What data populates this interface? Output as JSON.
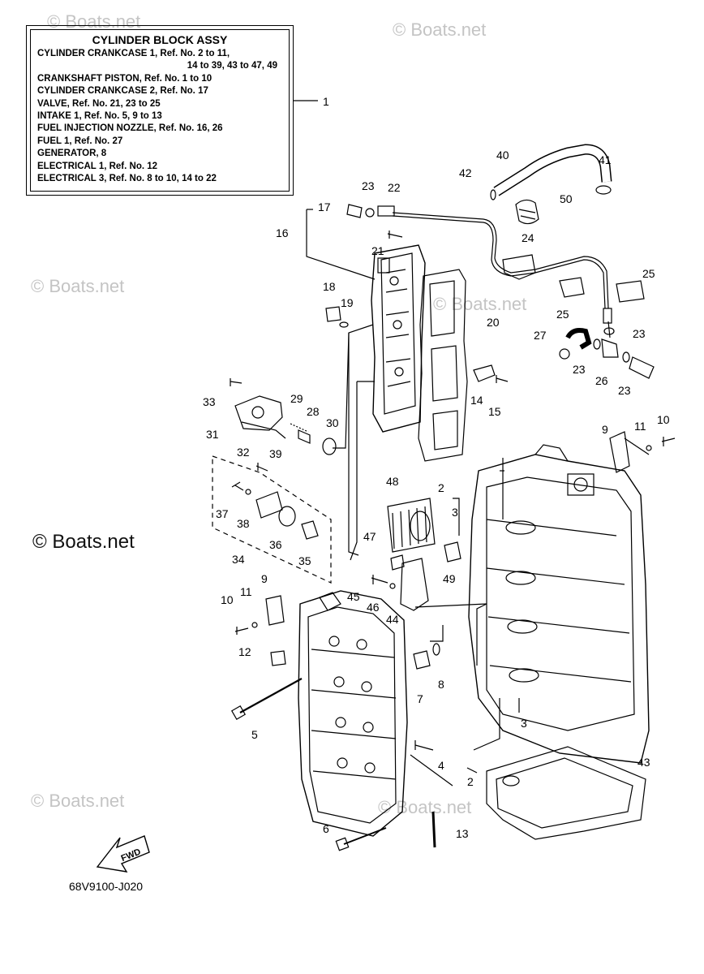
{
  "legend": {
    "title": "CYLINDER BLOCK ASSY",
    "lines": [
      "CYLINDER CRANKCASE 1,  Ref. No. 2 to 11,",
      "14 to 39, 43 to 47, 49",
      "CRANKSHAFT PISTON,  Ref. No. 1 to 10",
      "CYLINDER CRANKCASE 2,  Ref. No. 17",
      "VALVE,  Ref. No. 21, 23 to 25",
      "INTAKE 1,  Ref. No. 5, 9 to 13",
      "FUEL INJECTION NOZZLE,  Ref. No. 16, 26",
      "FUEL 1,  Ref. No. 27",
      "GENERATOR, 8",
      "ELECTRICAL 1,  Ref. No. 12",
      "ELECTRICAL 3,  Ref. No. 8 to 10, 14 to 22"
    ]
  },
  "watermarks": [
    "© Boats.net",
    "© Boats.net",
    "© Boats.net",
    "© Boats.net",
    "© Boats.net",
    "© Boats.net",
    "© Boats.net"
  ],
  "fwd_label": "FWD",
  "diagram_code": "68V9100-J020",
  "callouts": [
    "1",
    "40",
    "41",
    "42",
    "50",
    "23",
    "22",
    "17",
    "16",
    "24",
    "21",
    "25",
    "25",
    "18",
    "19",
    "20",
    "27",
    "23",
    "23",
    "26",
    "23",
    "33",
    "29",
    "28",
    "30",
    "31",
    "32",
    "14",
    "15",
    "39",
    "9",
    "11",
    "10",
    "37",
    "38",
    "36",
    "35",
    "34",
    "48",
    "2",
    "3",
    "47",
    "49",
    "45",
    "46",
    "44",
    "10",
    "11",
    "9",
    "12",
    "5",
    "7",
    "8",
    "3",
    "4",
    "43",
    "2",
    "6",
    "13"
  ]
}
